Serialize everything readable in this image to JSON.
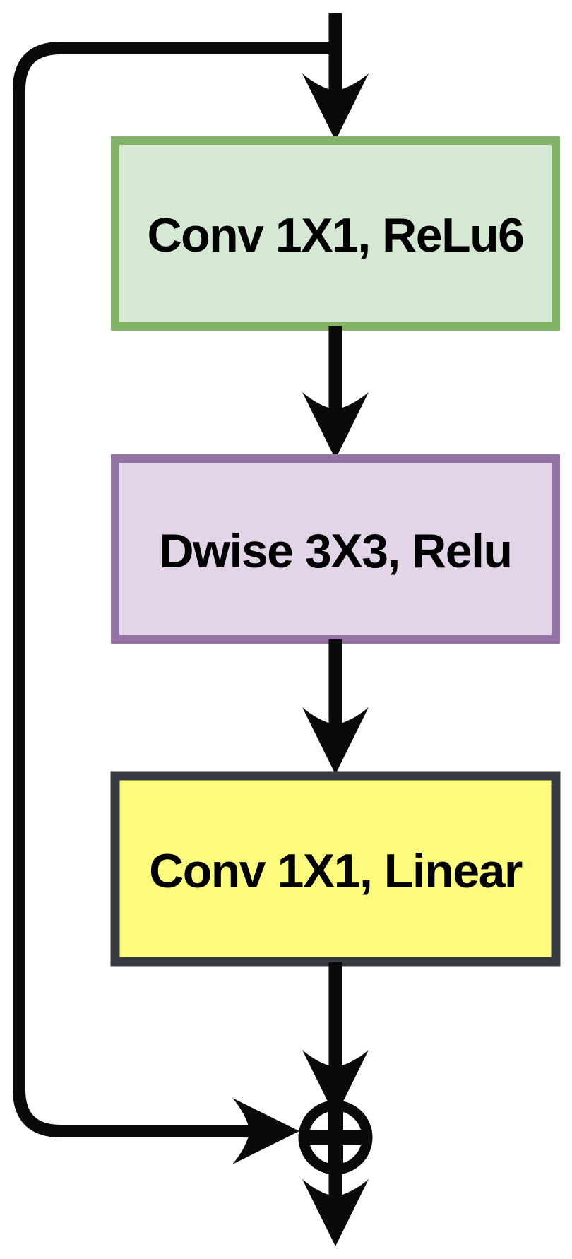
{
  "diagram": {
    "name": "inverted-residual-block",
    "background_color": "#ffffff",
    "connector_color": "#0a0a0a",
    "label_color": "#000000",
    "blocks": [
      {
        "label": "Conv 1X1, ReLu6",
        "fill_color": "#d5e8d4",
        "border_color": "#82b366"
      },
      {
        "label": "Dwise 3X3, Relu",
        "fill_color": "#e1d5e7",
        "border_color": "#9673a6"
      },
      {
        "label": "Conv 1X1, Linear",
        "fill_color": "#fdfc7f",
        "border_color": "#383c42"
      }
    ],
    "operator": {
      "name": "element-wise-add",
      "symbol": "⊕",
      "color": "#0a0a0a",
      "fill_color": "#ffffff"
    },
    "edges": [
      {
        "from": "input",
        "to": "Conv 1X1, ReLu6"
      },
      {
        "from": "Conv 1X1, ReLu6",
        "to": "Dwise 3X3, Relu"
      },
      {
        "from": "Dwise 3X3, Relu",
        "to": "Conv 1X1, Linear"
      },
      {
        "from": "Conv 1X1, Linear",
        "to": "element-wise-add"
      },
      {
        "from": "input",
        "to": "element-wise-add",
        "via": "skip-connection"
      },
      {
        "from": "element-wise-add",
        "to": "output"
      }
    ]
  }
}
